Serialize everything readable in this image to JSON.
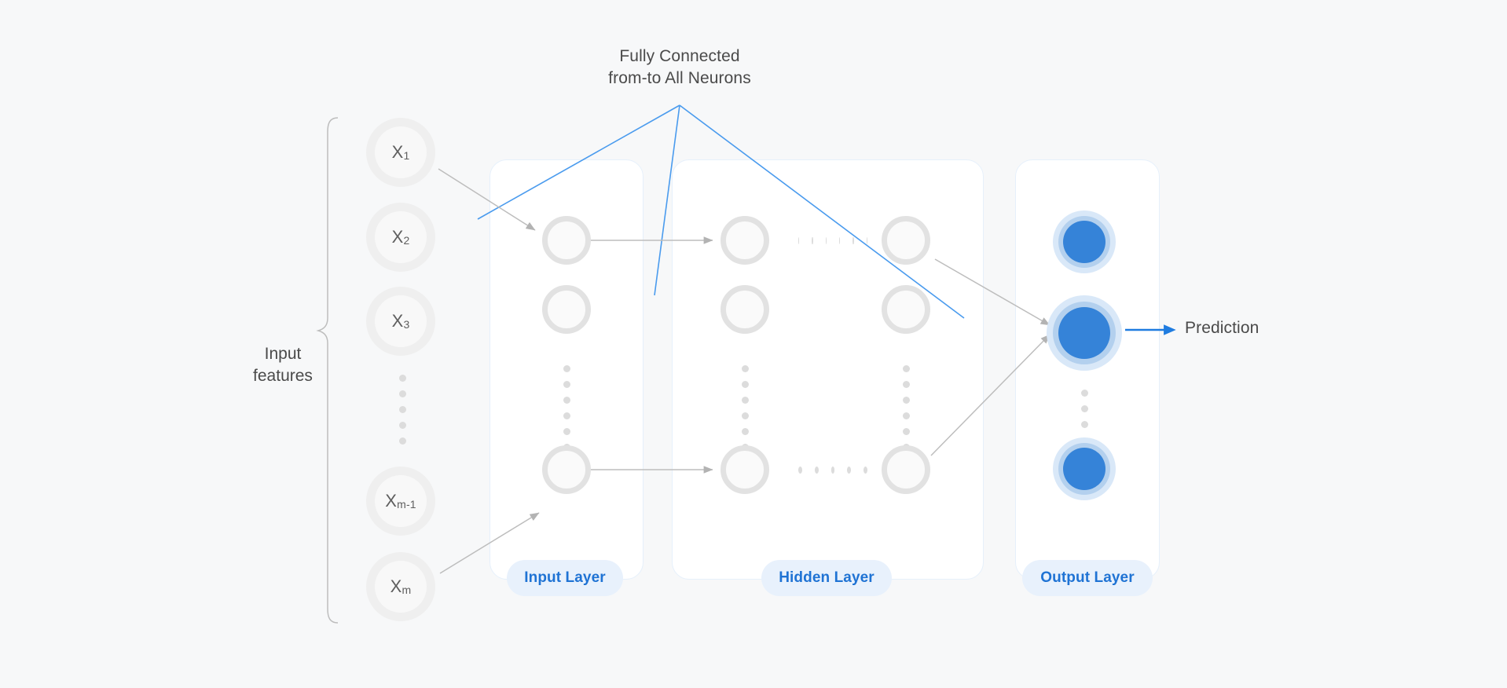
{
  "diagram": {
    "title_line1": "Fully Connected",
    "title_line2": "from-to All Neurons",
    "input_features_label_line1": "Input",
    "input_features_label_line2": "features",
    "prediction_label": "Prediction",
    "background_color": "#F7F8F9",
    "accent_color": "#3583D8",
    "badge_text_color": "#1F73D4",
    "badge_background_color": "#E8F1FC",
    "connector_color": "#B9B9B9",
    "highlight_line_color": "#3F95EB"
  },
  "input_features": [
    {
      "label": "X",
      "sub": "1"
    },
    {
      "label": "X",
      "sub": "2"
    },
    {
      "label": "X",
      "sub": "3"
    },
    {
      "label": "X",
      "sub": "m-1"
    },
    {
      "label": "X",
      "sub": "m"
    }
  ],
  "layers": [
    {
      "name": "input",
      "badge": "Input Layer",
      "neuron_count_visible": 3,
      "vertical_dots": 6
    },
    {
      "name": "hidden",
      "badge": "Hidden Layer",
      "neuron_count_visible": 6,
      "vertical_dots": 6,
      "horizontal_dots": 6
    },
    {
      "name": "output",
      "badge": "Output Layer",
      "neuron_count_visible": 3,
      "vertical_dots": 3
    }
  ],
  "chart_data": {
    "type": "diagram",
    "title": "Fully Connected from-to All Neurons",
    "nodes": {
      "input_features": [
        "X1",
        "X2",
        "X3",
        "Xm-1",
        "Xm"
      ],
      "input_layer_neurons": 3,
      "hidden_layer_columns": 2,
      "hidden_layer_neurons_per_column": 3,
      "output_layer_neurons": 3
    },
    "annotations": [
      "Input features",
      "Input Layer",
      "Hidden Layer",
      "Output Layer",
      "Prediction"
    ]
  }
}
